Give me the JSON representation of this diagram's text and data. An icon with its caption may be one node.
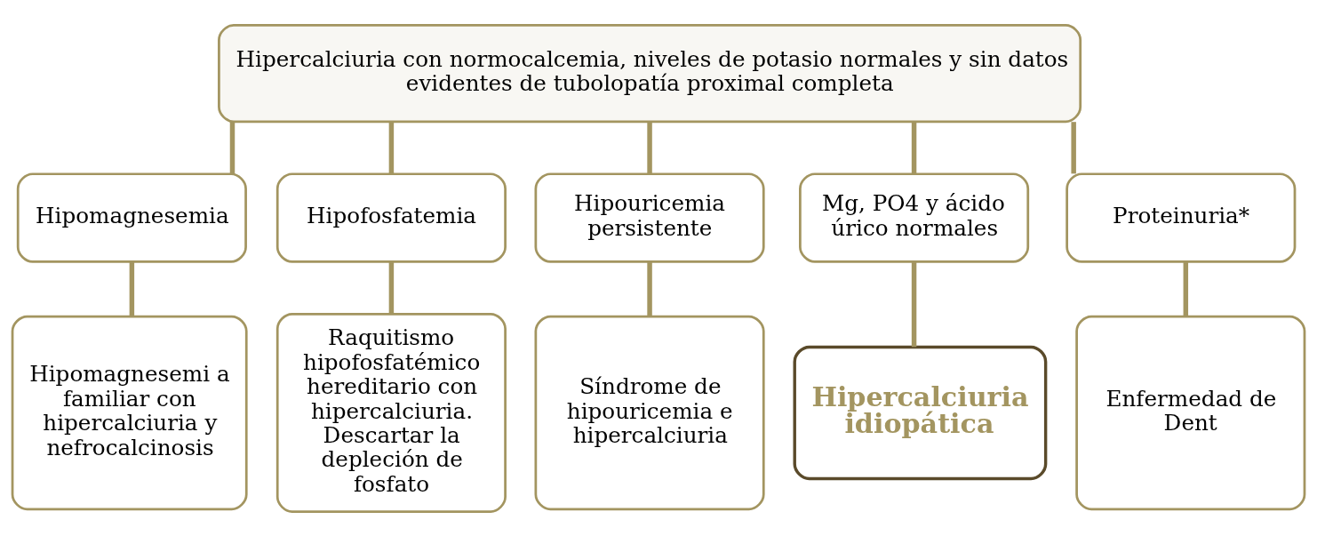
{
  "diagram": {
    "nodes": [
      {
        "text": [
          "Hipercalciuria con normocalcemia, niveles de potasio normales y sin datos evidentes de tubolopatía proximal completa"
        ]
      },
      {
        "text": [
          "Hipomagnesemia"
        ]
      },
      {
        "text": [
          "Hipofosfatemia"
        ]
      },
      {
        "text": [
          "Hipouricemia persistente"
        ]
      },
      {
        "text": [
          "Mg, PO4 y ácido úrico normales"
        ]
      },
      {
        "text": [
          "Proteinuria*"
        ]
      },
      {
        "text": [
          "Hipomagnesemi a familiar con hipercalciuria y nefrocalcinosis"
        ]
      },
      {
        "text": [
          "Raquitismo hipofosfatémico hereditario con hipercalciuria. Descartar la depleción de fosfato"
        ]
      },
      {
        "text": [
          "Síndrome de hipouricemia e hipercalciuria"
        ]
      },
      {
        "text": [
          "Hipercalciuria idiopática"
        ]
      },
      {
        "text": [
          "Enfermedad de Dent"
        ]
      }
    ],
    "edges": [
      {
        "from": 0,
        "to": 1,
        "arrow": "none"
      },
      {
        "from": 0,
        "to": 2,
        "arrow": "none"
      },
      {
        "from": 0,
        "to": 3,
        "arrow": "none"
      },
      {
        "from": 0,
        "to": 4,
        "arrow": "none"
      },
      {
        "from": 0,
        "to": 5,
        "arrow": "none"
      },
      {
        "from": 1,
        "to": 6,
        "arrow": "none"
      },
      {
        "from": 2,
        "to": 7,
        "arrow": "none"
      },
      {
        "from": 3,
        "to": 8,
        "arrow": "none"
      },
      {
        "from": 4,
        "to": 9,
        "arrow": "none"
      },
      {
        "from": 5,
        "to": 10,
        "arrow": "none"
      }
    ]
  }
}
